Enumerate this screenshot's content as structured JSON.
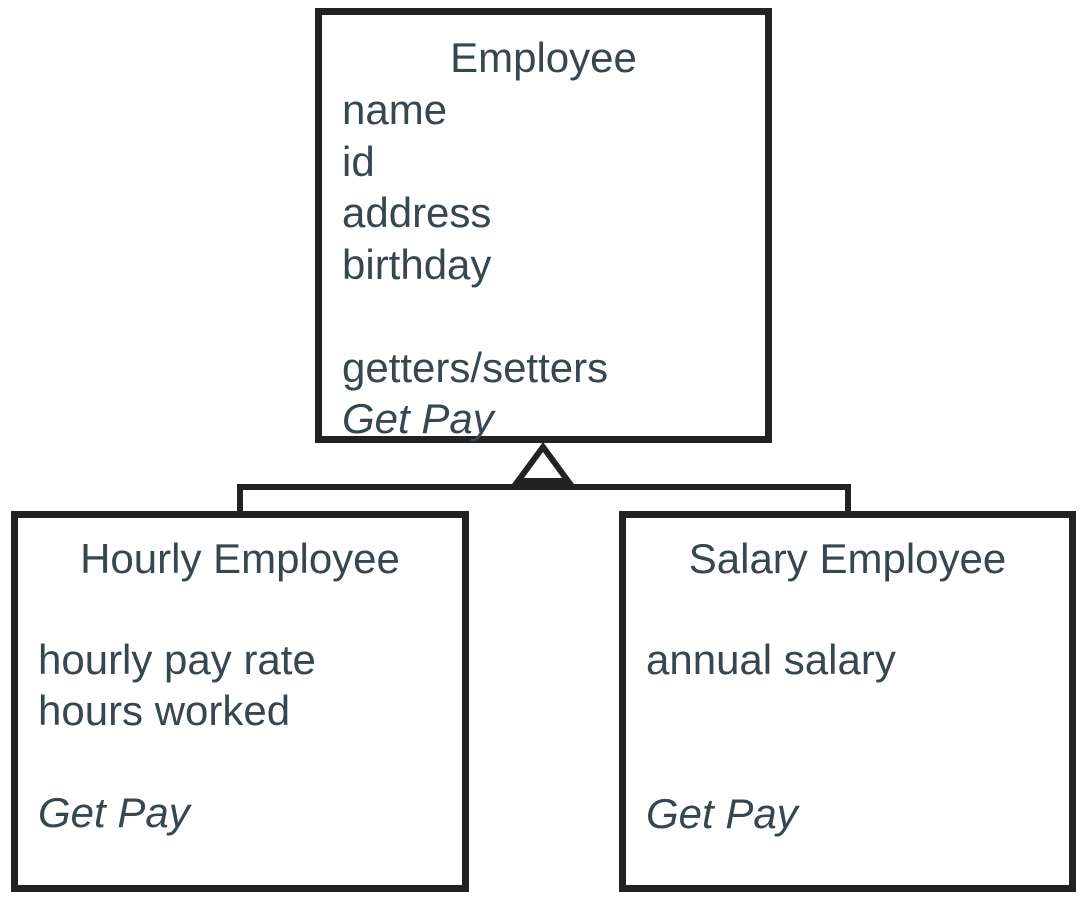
{
  "diagram": {
    "employee": {
      "title": "Employee",
      "attributes": [
        "name",
        "id",
        "address",
        "birthday"
      ],
      "methods": [
        "getters/setters",
        "Get Pay"
      ]
    },
    "hourly_employee": {
      "title": "Hourly Employee",
      "attributes": [
        "hourly pay rate",
        "hours worked"
      ],
      "methods": [
        "Get Pay"
      ]
    },
    "salary_employee": {
      "title": "Salary Employee",
      "attributes": [
        "annual salary"
      ],
      "methods": [
        "Get Pay"
      ]
    }
  },
  "colors": {
    "border": "#222222",
    "text": "#37474f",
    "background": "#ffffff"
  }
}
